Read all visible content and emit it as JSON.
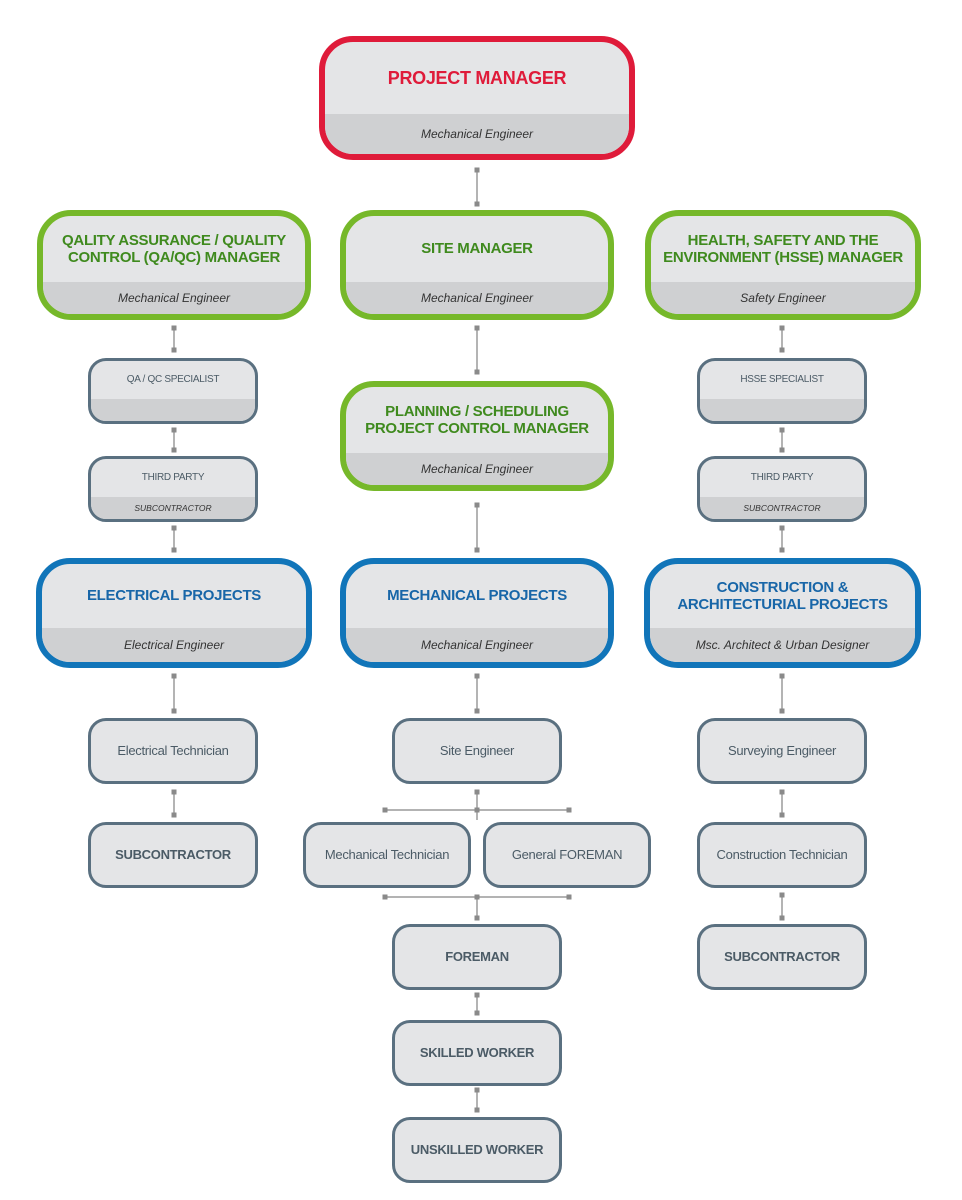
{
  "chart": {
    "top": {
      "project_manager": {
        "title": "PROJECT MANAGER",
        "subtitle": "Mechanical Engineer"
      }
    },
    "managers": {
      "qa_qc": {
        "title": "QALITY ASSURANCE / QUALITY CONTROL (QA/QC) MANAGER",
        "subtitle": "Mechanical Engineer"
      },
      "site": {
        "title": "SITE MANAGER",
        "subtitle": "Mechanical Engineer"
      },
      "hsse": {
        "title": "HEALTH, SAFETY AND THE ENVIRONMENT (HSSE) MANAGER",
        "subtitle": "Safety Engineer"
      },
      "planning": {
        "title": "PLANNING / SCHEDULING PROJECT CONTROL MANAGER",
        "subtitle": "Mechanical Engineer"
      }
    },
    "specialists": {
      "qa_qc_specialist": {
        "title": "QA / QC SPECIALIST",
        "subtitle": ""
      },
      "hsse_specialist": {
        "title": "HSSE SPECIALIST",
        "subtitle": ""
      },
      "third_party_left": {
        "title": "THIRD PARTY",
        "subtitle": "SUBCONTRACTOR"
      },
      "third_party_right": {
        "title": "THIRD PARTY",
        "subtitle": "SUBCONTRACTOR"
      }
    },
    "projects": {
      "electrical": {
        "title": "ELECTRICAL PROJECTS",
        "subtitle": "Electrical Engineer"
      },
      "mechanical": {
        "title": "MECHANICAL PROJECTS",
        "subtitle": "Mechanical Engineer"
      },
      "construction": {
        "title": "CONSTRUCTION & ARCHITECTURIAL PROJECTS",
        "subtitle": "Msc. Architect & Urban Designer"
      }
    },
    "staff": {
      "electrical_technician": "Electrical Technician",
      "subcontractor_left": "SUBCONTRACTOR",
      "site_engineer": "Site Engineer",
      "mechanical_technician": "Mechanical Technician",
      "general_foreman": "General FOREMAN",
      "foreman": "FOREMAN",
      "skilled_worker": "SKILLED WORKER",
      "unskilled_worker": "UNSKILLED WORKER",
      "surveying_engineer": "Surveying Engineer",
      "construction_technician": "Construction Technician",
      "subcontractor_right": "SUBCONTRACTOR"
    },
    "colors": {
      "top_level": "#df1b3a",
      "manager_level": "#76b82a",
      "project_level": "#1175b9",
      "staff_level": "#5a7080",
      "box_fill": "#e4e5e7",
      "subtitle_band": "#cfd0d2"
    }
  }
}
